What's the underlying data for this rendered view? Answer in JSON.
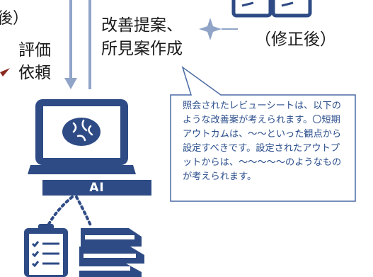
{
  "labels": {
    "after_left_fragment": "後）",
    "request_evaluation": "評価\n依頼",
    "improvement": "改善提案、\n所見案作成",
    "after_revision": "（修正後）",
    "ai": "AI"
  },
  "callout": {
    "text": "照会されたレビューシートは、以下のような改善案が考えられます。〇短期アウトカムは、～～といった観点から設定すべきです。設定されたアウトプットからは、～～～～～のようなものが考えられます。"
  },
  "colors": {
    "navy": "#2e4b85",
    "steel": "#8fa4c7",
    "callout_border": "#4a6aa5",
    "callout_text": "#2b4e8c",
    "dark_red": "#8a2a1e"
  },
  "icons": [
    "brain-icon",
    "laptop-icon",
    "clipboard-checklist-icon",
    "books-icon",
    "sparkle-icon"
  ]
}
